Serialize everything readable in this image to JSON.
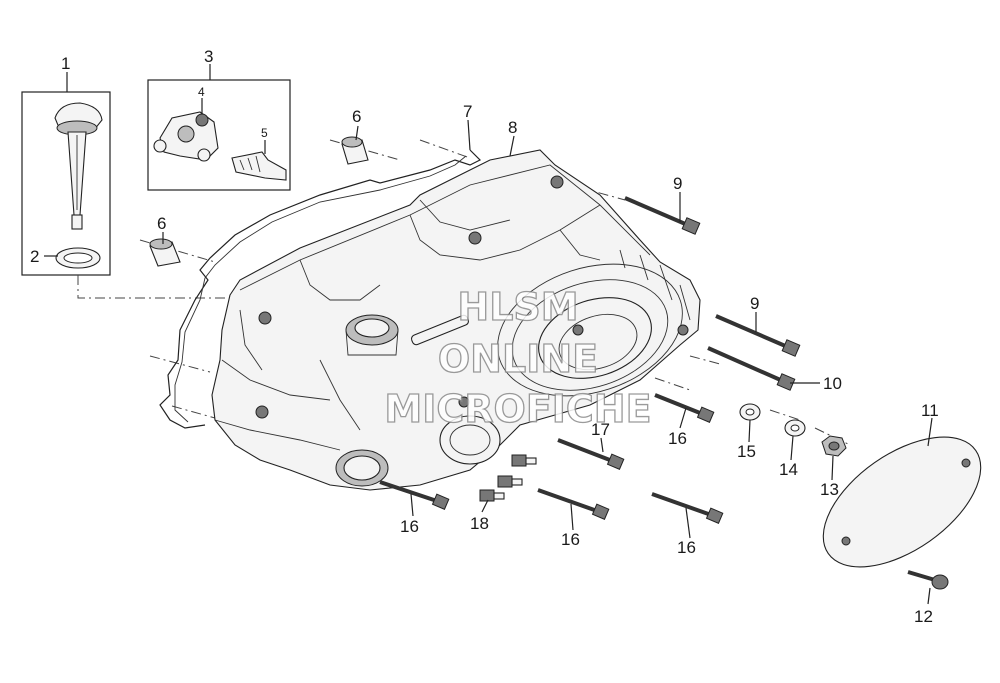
{
  "diagram": {
    "callouts": {
      "c1": "1",
      "c2": "2",
      "c3": "3",
      "c4": "4",
      "c5": "5",
      "c6a": "6",
      "c6b": "6",
      "c7": "7",
      "c8": "8",
      "c9a": "9",
      "c9b": "9",
      "c10": "10",
      "c11": "11",
      "c12": "12",
      "c13": "13",
      "c14": "14",
      "c15": "15",
      "c16a": "16",
      "c16b": "16",
      "c16c": "16",
      "c16d": "16",
      "c17": "17",
      "c18": "18"
    },
    "watermark": {
      "line1": "HLSM",
      "line2": "ONLINE",
      "line3": "MICROFICHE"
    }
  }
}
